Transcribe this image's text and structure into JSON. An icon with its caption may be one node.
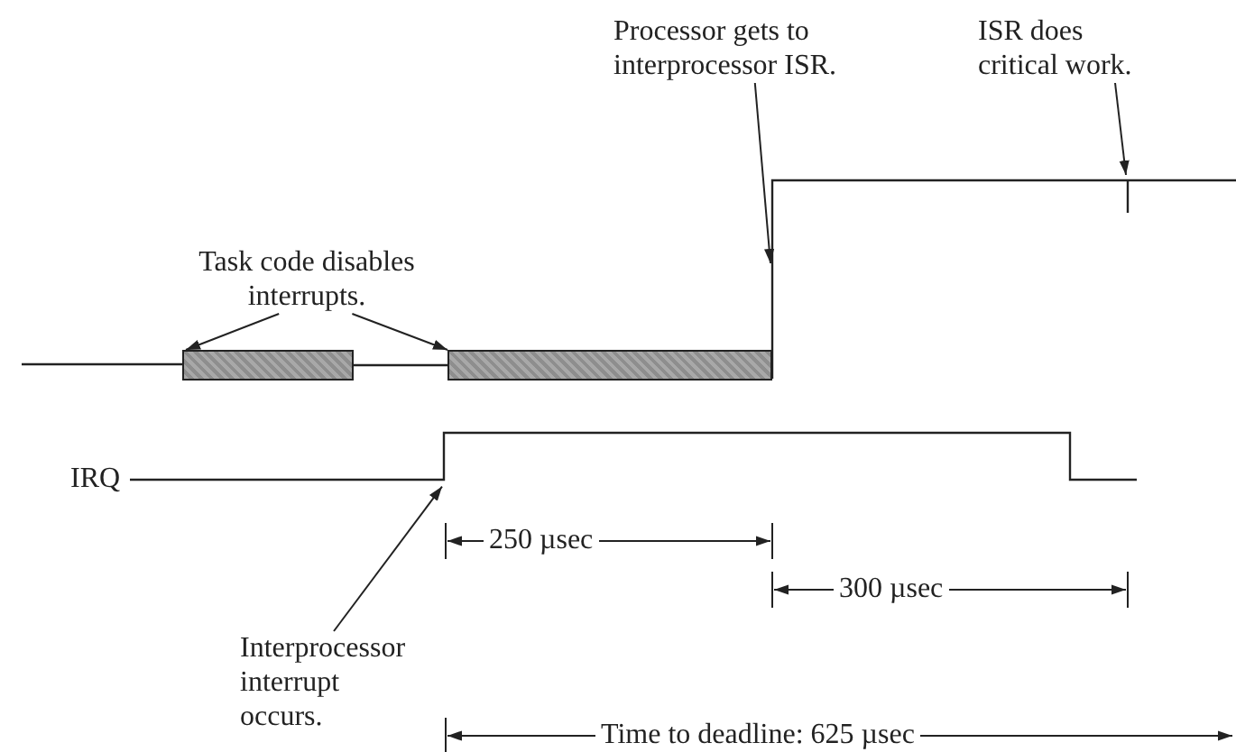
{
  "diagram": {
    "nodes": [
      {
        "text": [
          "Task code disables interrupts."
        ]
      },
      {
        "text": [
          "Processor gets to interprocessor ISR."
        ]
      },
      {
        "text": [
          "ISR does critical work."
        ]
      },
      {
        "text": [
          "Interprocessor interrupt occurs."
        ]
      },
      {
        "text": [],
        "shape": "bar"
      },
      {
        "text": [],
        "shape": "bar"
      },
      {
        "text": [],
        "shape": "line"
      }
    ],
    "edges": [
      {
        "from": 0,
        "to": 4,
        "arrow": "to"
      },
      {
        "from": 0,
        "to": 5,
        "arrow": "to"
      },
      {
        "from": 1,
        "to": null,
        "arrow": "to"
      },
      {
        "from": 2,
        "to": null,
        "arrow": "to"
      },
      {
        "from": 3,
        "to": 6,
        "arrow": "to"
      },
      {
        "from": 4,
        "to": 5,
        "arrow": "none"
      }
    ],
    "labels": [
      "IRQ",
      "250 µsec",
      "300 µsec",
      "Time to deadline: 625 µsec"
    ]
  }
}
